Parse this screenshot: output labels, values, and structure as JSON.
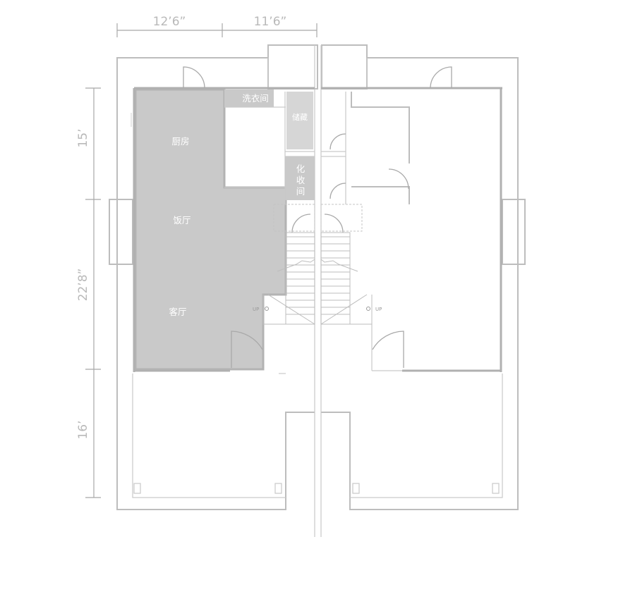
{
  "dimensions": {
    "top_left": "12’6”",
    "top_right": "11’6”",
    "side_upper": "15’",
    "side_middle": "22’8”",
    "side_lower": "16’"
  },
  "rooms": {
    "kitchen": "厨房",
    "dining": "饭厅",
    "living": "客厅",
    "laundry": "洗衣间",
    "store": "储藏",
    "powder_room_chars": [
      "化",
      "收",
      "间"
    ]
  },
  "stairs": {
    "up_left": "UP",
    "up_right": "UP"
  },
  "colors": {
    "highlight": "#c9c9c9",
    "wall": "#bdbdbd",
    "dimension": "#b9b9b9"
  }
}
